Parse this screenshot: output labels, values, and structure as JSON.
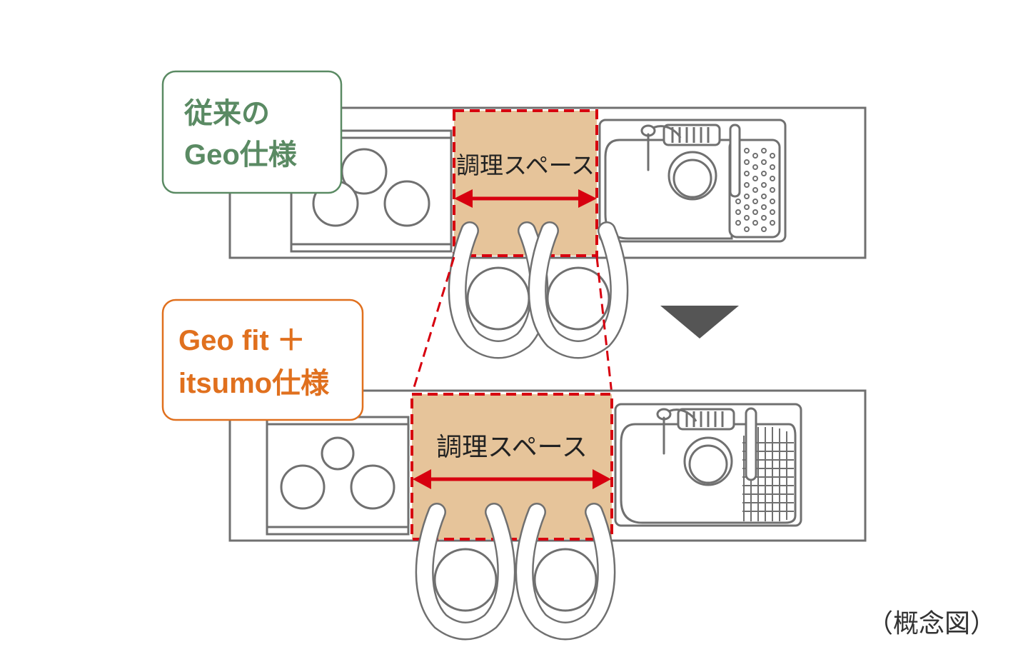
{
  "labels": {
    "before": {
      "line1": "従来の",
      "line2": "Geo仕様",
      "color": "#5a8a63"
    },
    "after": {
      "line1": "Geo fit ＋",
      "line2": "itsumo仕様",
      "color": "#e0701e"
    }
  },
  "cooking_space_label": "調理スペース",
  "note": "（概念図）",
  "colors": {
    "line": "#707070",
    "space": "#e6c49a",
    "accent": "#d7000f"
  }
}
